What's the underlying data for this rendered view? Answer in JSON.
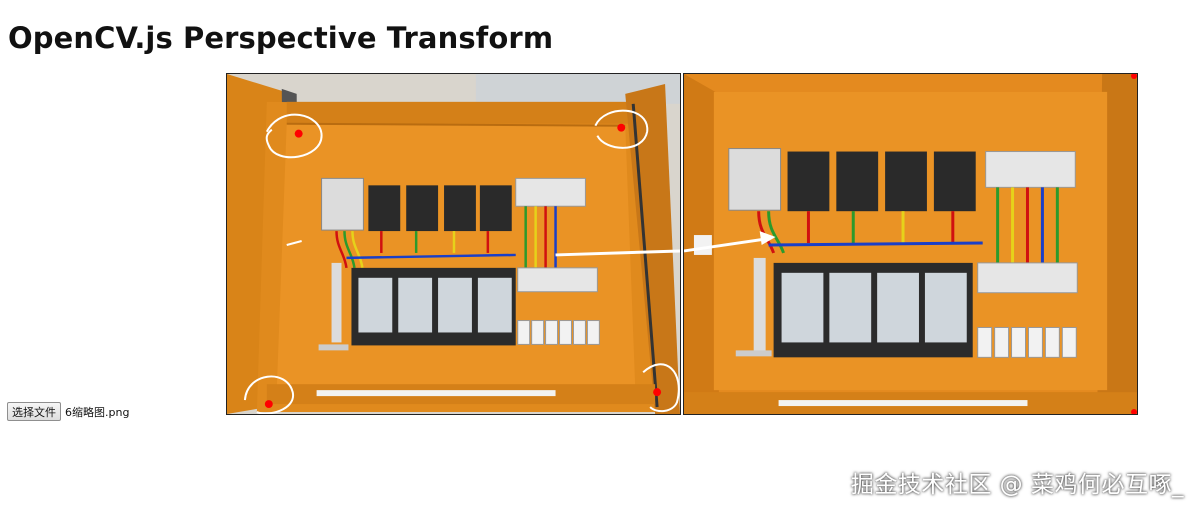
{
  "page": {
    "title": "OpenCV.js Perspective Transform"
  },
  "file_input": {
    "button_label": "选择文件",
    "file_name": "6缩略图.png"
  },
  "watermark": "掘金技术社区 @ 菜鸡何必互啄_",
  "colors": {
    "cabinet_orange": "#e48a1f",
    "cabinet_dark": "#b86a10",
    "corner_marker": "#ff0000",
    "annotation": "#ffffff"
  },
  "icons": {
    "corner_marker": "corner-point-icon",
    "arrow": "transform-arrow-icon"
  }
}
